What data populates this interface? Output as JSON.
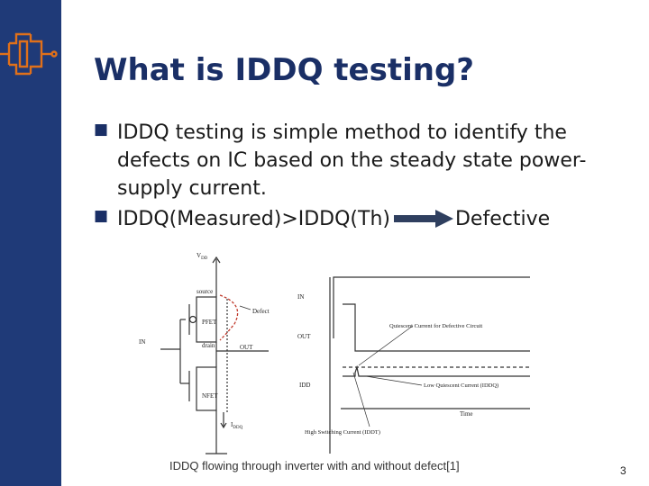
{
  "slide": {
    "title": "What is IDDQ testing?",
    "bullets": [
      "IDDQ testing is simple method to identify the defects on IC based on the steady state power-supply current.",
      {
        "left": "IDDQ(Measured)>IDDQ(Th)",
        "right": "Defective"
      }
    ],
    "caption": "IDDQ flowing through inverter with and without defect[1]",
    "page_number": "3"
  },
  "figure": {
    "vdd": "V",
    "vdd_sub": "DD",
    "source": "source",
    "defect": "Defect",
    "pfet": "PFET",
    "drain": "drain",
    "in_left": "IN",
    "out_left": "OUT",
    "nfet": "NFET",
    "iddq": "I",
    "iddq_sub": "DDQ",
    "in_right": "IN",
    "out_right": "OUT",
    "idd": "IDD",
    "quiescent_defective": "Quiescent Current for Defective Circuit",
    "low_quiescent": "Low Quiescent Current (IDDQ)",
    "time": "Time",
    "high_switching": "High Switching Current (IDDT)"
  },
  "colors": {
    "sidebar": "#1f3a78",
    "title": "#1a2f66",
    "logo": "#e0701a",
    "defect": "#c0392b"
  }
}
